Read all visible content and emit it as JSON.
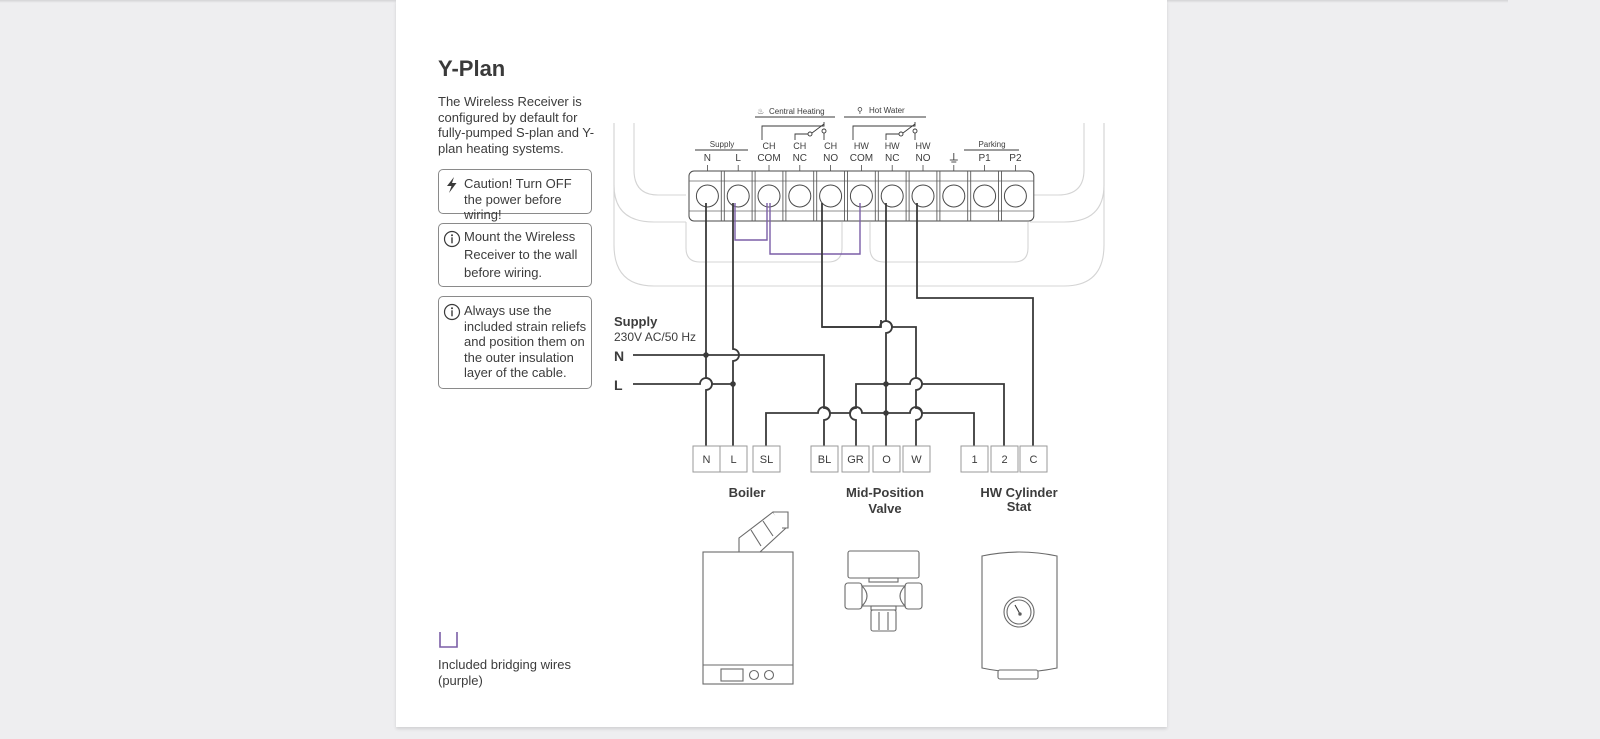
{
  "title": "Y-Plan",
  "intro": "The Wireless Receiver is configured by default for fully-pumped S-plan and Y-plan heating systems.",
  "notes": [
    {
      "icon": "lightning-icon",
      "text": "Caution! Turn OFF the power before wiring!"
    },
    {
      "icon": "info-icon",
      "text": "Mount the Wireless Receiver to the wall before wiring."
    },
    {
      "icon": "info-icon",
      "text": "Always use the included strain reliefs and position them on the outer insulation layer of the cable."
    }
  ],
  "legend": {
    "text": "Included bridging wires (purple)",
    "color": "#7b5ea7"
  },
  "receiver": {
    "groups": {
      "supply": "Supply",
      "central_heating": "Central Heating",
      "hot_water": "Hot Water",
      "parking": "Parking"
    },
    "terminals": [
      {
        "top": "",
        "bottom": "N"
      },
      {
        "top": "",
        "bottom": "L"
      },
      {
        "top": "CH",
        "bottom": "COM"
      },
      {
        "top": "CH",
        "bottom": "NC"
      },
      {
        "top": "CH",
        "bottom": "NO"
      },
      {
        "top": "HW",
        "bottom": "COM"
      },
      {
        "top": "HW",
        "bottom": "NC"
      },
      {
        "top": "HW",
        "bottom": "NO"
      },
      {
        "top": "",
        "bottom": "earth-icon"
      },
      {
        "top": "",
        "bottom": "P1"
      },
      {
        "top": "",
        "bottom": "P2"
      }
    ]
  },
  "supply": {
    "title": "Supply",
    "spec": "230V AC/50 Hz",
    "n": "N",
    "l": "L"
  },
  "devices": [
    {
      "name": "Boiler",
      "terminals": [
        "N",
        "L",
        "SL"
      ]
    },
    {
      "name": "Mid-Position Valve",
      "name_line1": "Mid-Position",
      "name_line2": "Valve",
      "terminals": [
        "BL",
        "GR",
        "O",
        "W"
      ]
    },
    {
      "name": "HW Cylinder Stat",
      "name_line1": "HW Cylinder",
      "name_line2": "Stat",
      "terminals": [
        "1",
        "2",
        "C"
      ]
    }
  ],
  "colors": {
    "wire": "#3a3a3a",
    "bridge": "#7b5ea7",
    "outline": "#d0d0d0"
  }
}
